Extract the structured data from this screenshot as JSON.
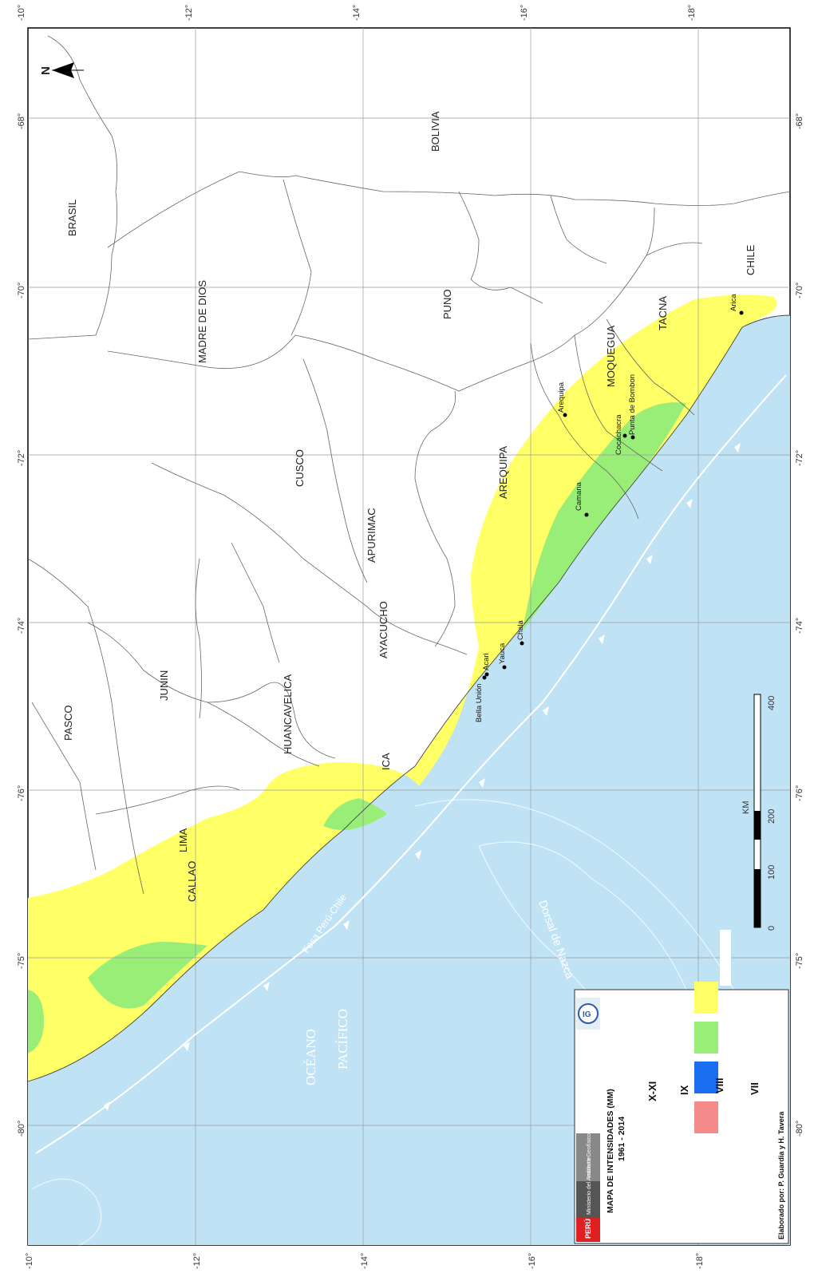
{
  "map": {
    "orientation": "rotated 90° counter-clockwise (north points left)",
    "north_label": "N",
    "lat_ticks": [
      "-10°",
      "-12°",
      "-14°",
      "-16°",
      "-18°"
    ],
    "lon_ticks": [
      "-68°",
      "-70°",
      "-72°",
      "-74°",
      "-76°",
      "-75°",
      "-80°"
    ],
    "colors": {
      "ocean": "#bfe3f5",
      "land": "#ffffff",
      "intensity_VII": "#ffff66",
      "intensity_VIII": "#99ee77",
      "intensity_IX": "#1a6ff0",
      "intensity_X_XI": "#f58a8a",
      "trench": "#ffffff",
      "border": "#555555"
    }
  },
  "countries": {
    "brasil": "BRASIL",
    "bolivia": "BOLIVIA",
    "chile": "CHILE"
  },
  "regions": {
    "madre_de_dios": "MADRE DE DIOS",
    "puno": "PUNO",
    "tacna": "TACNA",
    "moquegua": "MOQUEGUA",
    "arequipa": "AREQUIPA",
    "cusco": "CUSCO",
    "apurimac": "APURIMAC",
    "ayacucho": "AYACUCHO",
    "huancavelica": "HUANCAVELICA",
    "ica": "ICA",
    "junin": "JUNIN",
    "pasco": "PASCO",
    "lima": "LIMA",
    "callao": "CALLAO"
  },
  "cities": {
    "arica": "Arica",
    "arequipa": "Arequipa",
    "ilo": "Cocachacra",
    "punta_de_bombon": "Punta de Bombon",
    "camana": "Camana",
    "chala": "Chala",
    "yauca": "Yauca",
    "acari": "Acari",
    "bella_union": "Bella Unión"
  },
  "sea_features": {
    "trench": "Fosa Perú-Chile",
    "ridge": "Dorsal de Nazca",
    "ocean_1": "OCÉANO",
    "ocean_2": "PACÍFICO"
  },
  "scale": {
    "unit": "KM",
    "ticks": [
      "0",
      "100",
      "200",
      "400"
    ]
  },
  "legend": {
    "title": "MAPA DE INTENSIDADES (MM)",
    "period": "1961 - 2014",
    "entries": [
      {
        "label": "X-XI",
        "color": "#f58a8a"
      },
      {
        "label": "IX",
        "color": "#1a6ff0"
      },
      {
        "label": "VIII",
        "color": "#99ee77"
      },
      {
        "label": "VII",
        "color": "#ffff66"
      }
    ],
    "peru_label": "PERÚ",
    "ministry": "Ministerio del Ambiente",
    "institute": "Instituto Geofísico del Perú",
    "credit": "Elaborado por: P. Guardia y H. Tavera"
  }
}
